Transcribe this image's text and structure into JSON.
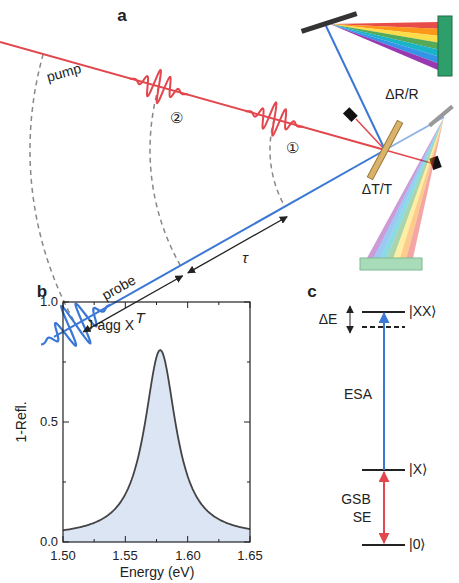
{
  "diagram": {
    "labels": [
      "a",
      "pump",
      "②",
      "①",
      "ΔR/R",
      "ΔT/T",
      "probe",
      "T",
      "τ",
      "b",
      "1.0",
      "0.5",
      "0.0",
      "J-agg X",
      "1-Refl.",
      "1.50",
      "1.55",
      "1.60",
      "1.65",
      "Energy (eV)",
      "c",
      "ΔE",
      "|XX⟩",
      "ESA",
      "|X⟩",
      "GSB",
      "SE",
      "|0⟩"
    ]
  }
}
